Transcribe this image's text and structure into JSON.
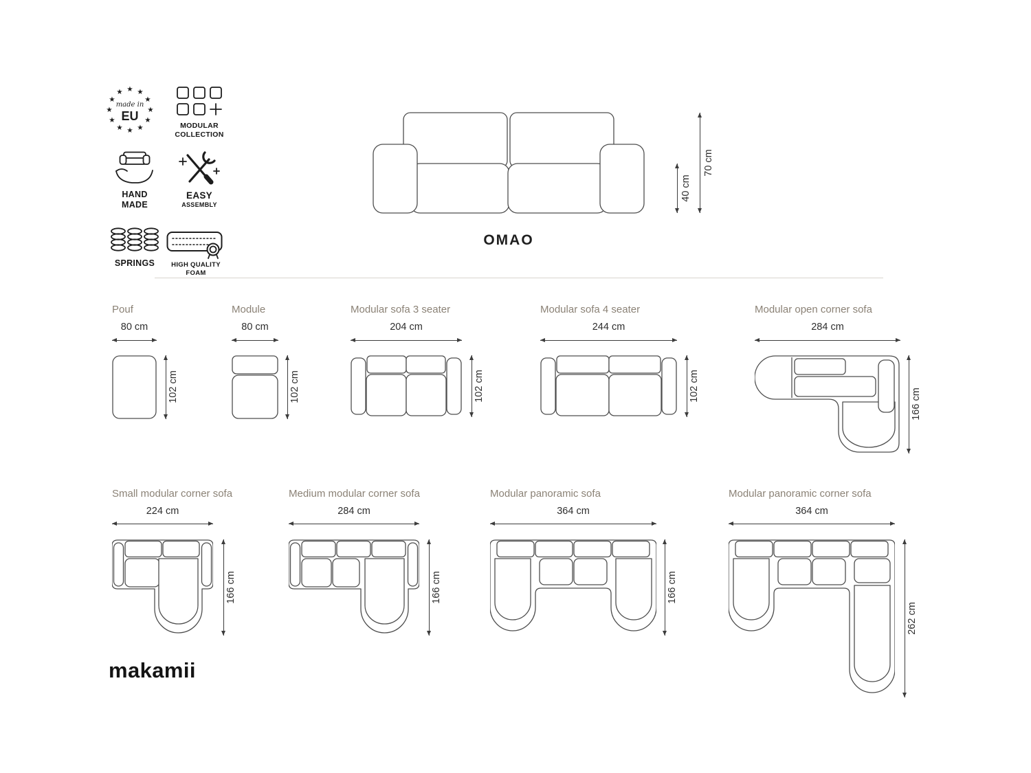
{
  "badges": {
    "eu": {
      "star": "★",
      "top": "made in",
      "main": "EU"
    },
    "modular": {
      "line1": "MODULAR",
      "line2": "COLLECTION"
    },
    "handmade": {
      "line1": "HAND",
      "line2": "MADE"
    },
    "assembly": {
      "line1": "EASY",
      "line2": "ASSEMBLY"
    },
    "springs": {
      "label": "SPRINGS"
    },
    "foam": {
      "line1": "HIGH QUALITY",
      "line2": "FOAM"
    }
  },
  "hero": {
    "name": "OMAO",
    "total_height": "70 cm",
    "seat_height": "40 cm"
  },
  "products": [
    {
      "name": "Pouf",
      "width": "80 cm",
      "depth": "102 cm"
    },
    {
      "name": "Module",
      "width": "80 cm",
      "depth": "102 cm"
    },
    {
      "name": "Modular sofa 3 seater",
      "width": "204 cm",
      "depth": "102 cm"
    },
    {
      "name": "Modular sofa 4 seater",
      "width": "244 cm",
      "depth": "102 cm"
    },
    {
      "name": "Modular open corner sofa",
      "width": "284 cm",
      "depth": "166 cm"
    },
    {
      "name": "Small modular corner sofa",
      "width": "224 cm",
      "depth": "166 cm"
    },
    {
      "name": "Medium modular corner sofa",
      "width": "284 cm",
      "depth": "166 cm"
    },
    {
      "name": "Modular panoramic sofa",
      "width": "364 cm",
      "depth": "166 cm"
    },
    {
      "name": "Modular panoramic corner sofa",
      "width": "364 cm",
      "depth": "262 cm"
    }
  ],
  "logo": {
    "text": "makamii"
  },
  "colors": {
    "line_art": "#4d4d4d",
    "product_label": "#8b8276",
    "dimension_text": "#2e2e2e",
    "background": "#ffffff"
  }
}
